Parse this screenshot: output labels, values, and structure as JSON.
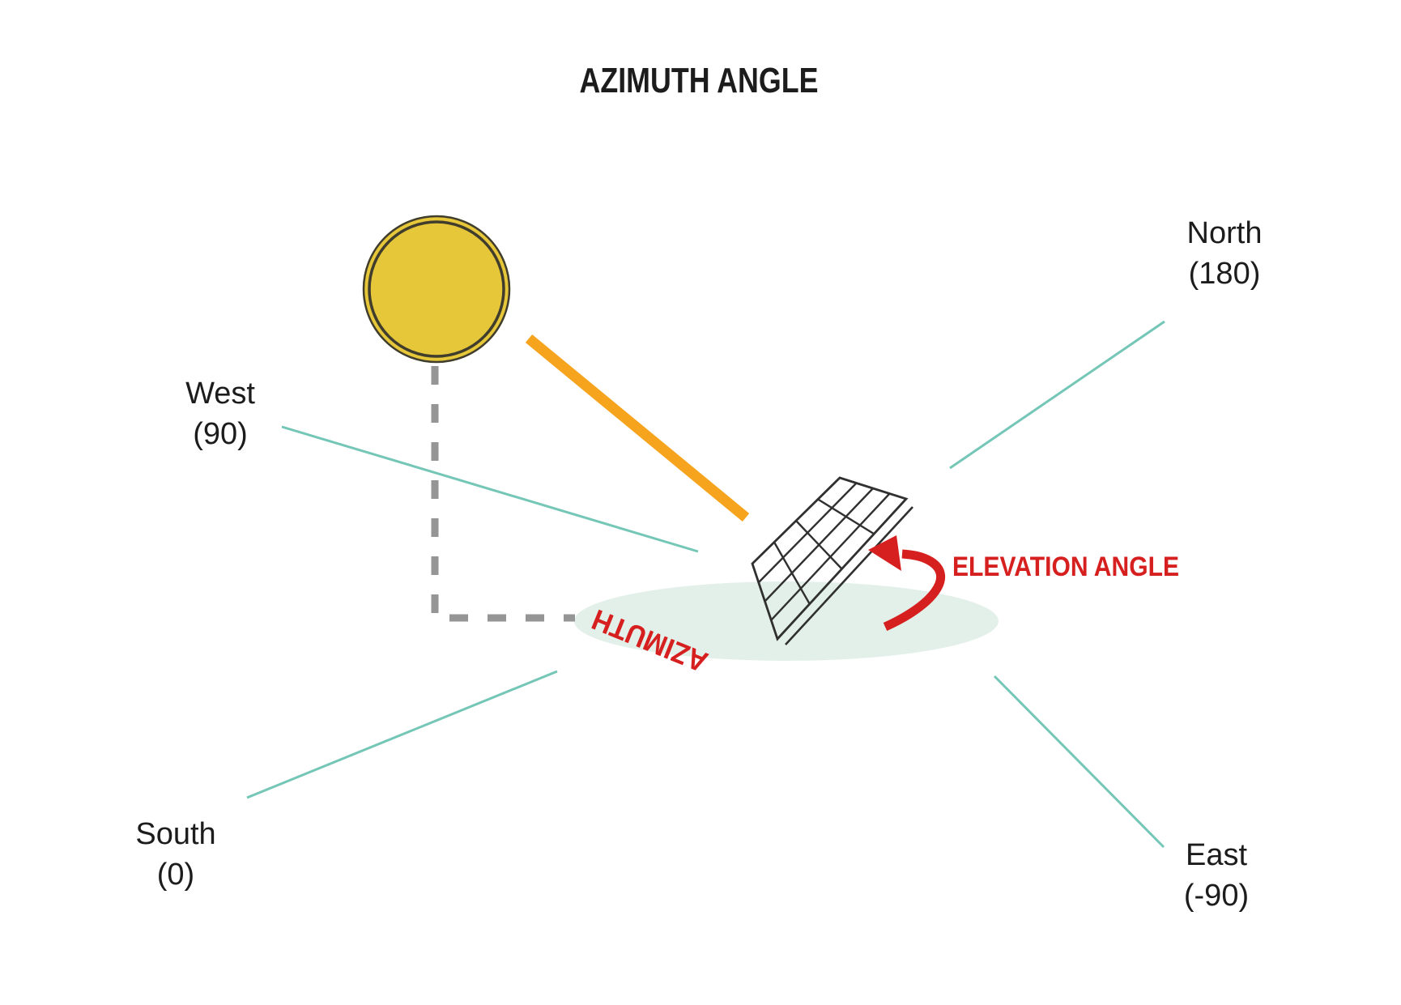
{
  "diagram": {
    "title": "AZIMUTH ANGLE",
    "directions": [
      {
        "id": "north",
        "name": "North",
        "value": "(180)"
      },
      {
        "id": "west",
        "name": "West",
        "value": "(90)"
      },
      {
        "id": "south",
        "name": "South",
        "value": "(0)"
      },
      {
        "id": "east",
        "name": "East",
        "value": "(-90)"
      }
    ],
    "annotations": {
      "azimuth": "AZIMUTH",
      "elevation": "ELEVATION ANGLE"
    },
    "colors": {
      "title_black": "#1c1c1c",
      "label_black": "#1c1c1c",
      "annotation_red": "#d6201f",
      "direction_teal": "#74c6b7",
      "dash_gray": "#959595",
      "ground_mint": "#e3f0ea",
      "sun_fill": "#e7c73a",
      "sun_outline": "#403d2c",
      "ray_orange": "#f6a41e",
      "panel_stroke": "#303030"
    }
  }
}
